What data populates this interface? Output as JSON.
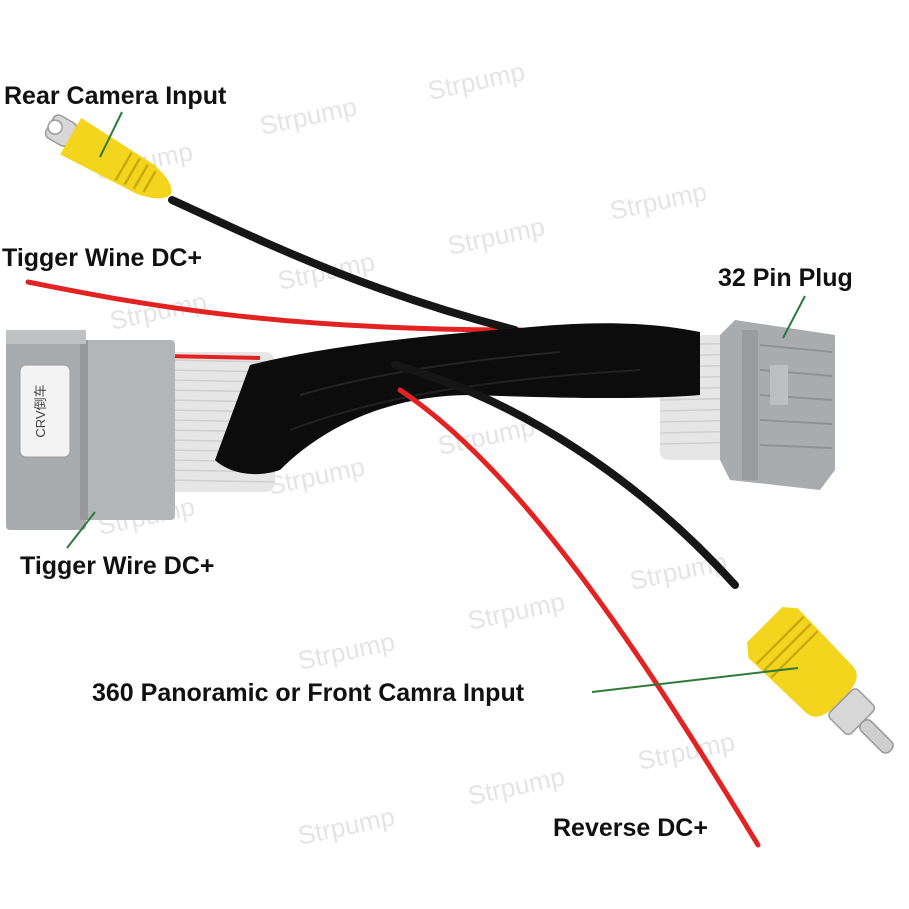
{
  "labels": {
    "rear_camera_input": "Rear Camera Input",
    "trigger_wine": "Tigger Wine DC+",
    "pin_plug": "32 Pin Plug",
    "trigger_wire": "Tigger Wire DC+",
    "panoramic_input": "360 Panoramic or Front Camra Input",
    "reverse_dc": "Reverse DC+"
  },
  "watermark": "Strpump",
  "connector_tag": "CRV倒车",
  "colors": {
    "rca_yellow": "#f2d51c",
    "wire_black": "#161616",
    "wire_red": "#e32222",
    "connector_gray": "#a9acae",
    "sleeve_black": "#0c0c0c",
    "leader_line": "#2f7a3a"
  }
}
